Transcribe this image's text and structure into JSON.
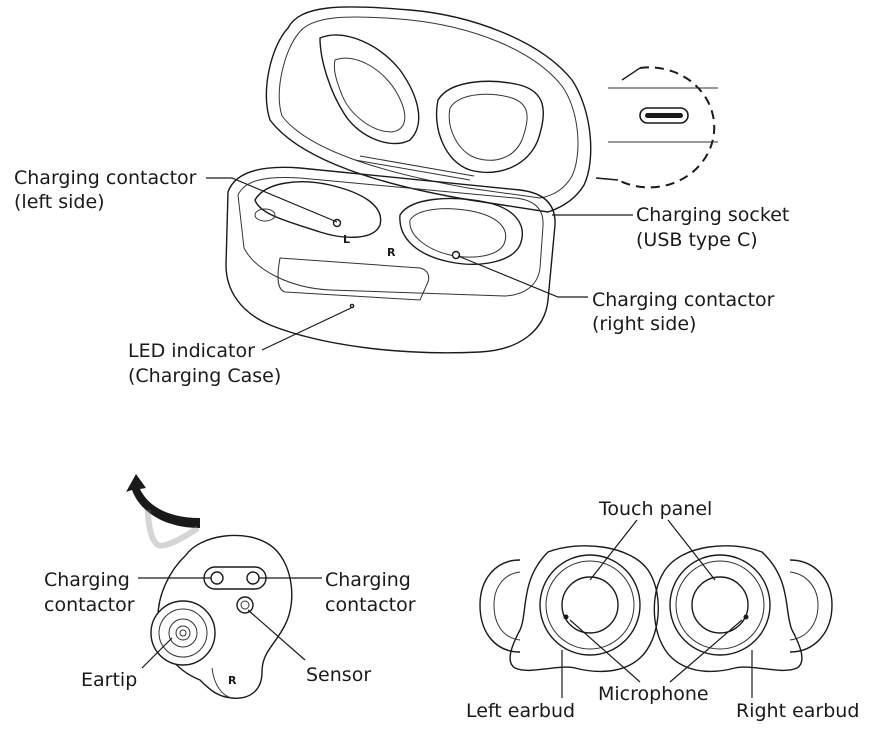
{
  "case_diagram": {
    "contactor_left": [
      "Charging contactor",
      "(left side)"
    ],
    "socket": [
      "Charging socket",
      "(USB type C)"
    ],
    "contactor_right": [
      "Charging contactor",
      "(right side)"
    ],
    "led": [
      "LED indicator",
      "(Charging Case)"
    ],
    "slot_left_mark": "L",
    "slot_right_mark": "R"
  },
  "earbud_back_diagram": {
    "contactor_left": [
      "Charging",
      "contactor"
    ],
    "contactor_right": [
      "Charging",
      "contactor"
    ],
    "eartip": "Eartip",
    "sensor": "Sensor",
    "side_mark": "R"
  },
  "earbud_front_diagram": {
    "touch_panel": "Touch panel",
    "microphone": "Microphone",
    "left_earbud": "Left earbud",
    "right_earbud": "Right earbud"
  }
}
